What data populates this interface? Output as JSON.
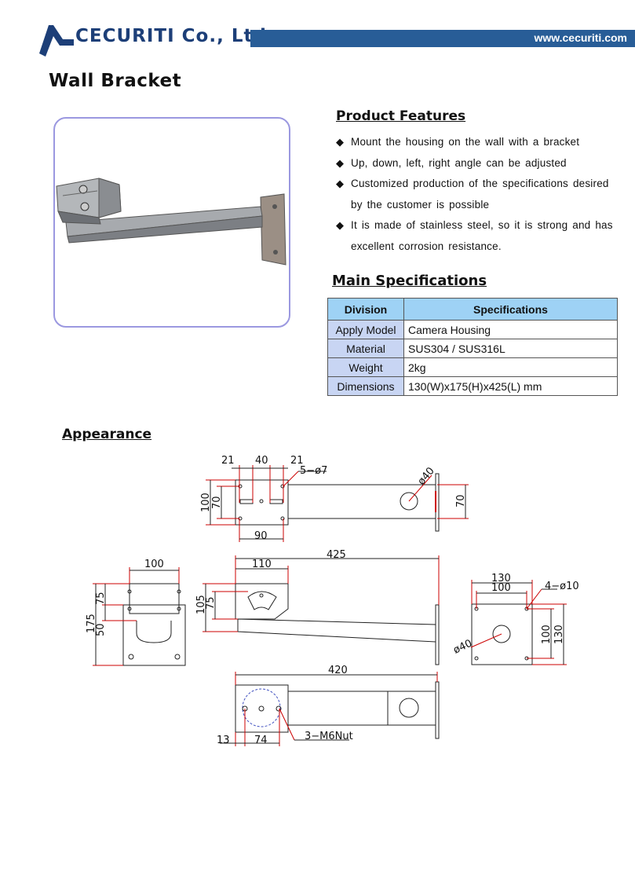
{
  "header": {
    "brand": "CECURITI Co., Ltd",
    "website": "www.cecuriti.com",
    "colors": {
      "brand": "#1d3f78",
      "bar": "#285d97"
    }
  },
  "page_title": "Wall Bracket",
  "product_image": {
    "icon": "wall-bracket-photo"
  },
  "features": {
    "heading": "Product Features",
    "items": [
      "Mount the housing on the wall with a bracket",
      "Up, down, left, right angle can be adjusted",
      "Customized production of the specifications desired by the customer is possible",
      "It is made of stainless steel, so it is strong and has excellent corrosion resistance."
    ]
  },
  "specs": {
    "heading": "Main Specifications",
    "columns": [
      "Division",
      "Specifications"
    ],
    "rows": [
      [
        "Apply Model",
        "Camera Housing"
      ],
      [
        "Material",
        "SUS304 / SUS316L"
      ],
      [
        "Weight",
        "2kg"
      ],
      [
        "Dimensions",
        "130(W)x175(H)x425(L) mm"
      ]
    ]
  },
  "appearance": {
    "heading": "Appearance",
    "dimensions": {
      "top_21a": "21",
      "top_40": "40",
      "top_21b": "21",
      "hole_5": "5−ø7",
      "left_100": "100",
      "left_70": "70",
      "bottom_90": "90",
      "dia_40_top": "ø40",
      "right_70": "70",
      "front_100": "100",
      "front_75": "75",
      "front_175": "175",
      "front_50": "50",
      "side_425": "425",
      "side_110": "110",
      "side_105": "105",
      "side_75": "75",
      "plate_130": "130",
      "plate_100": "100",
      "plate_holes": "4−ø10",
      "plate_v100": "100",
      "plate_v130": "130",
      "plate_dia": "ø40",
      "bottom_420": "420",
      "bottom_13": "13",
      "bottom_74": "74",
      "nut": "3−M6Nut"
    }
  }
}
